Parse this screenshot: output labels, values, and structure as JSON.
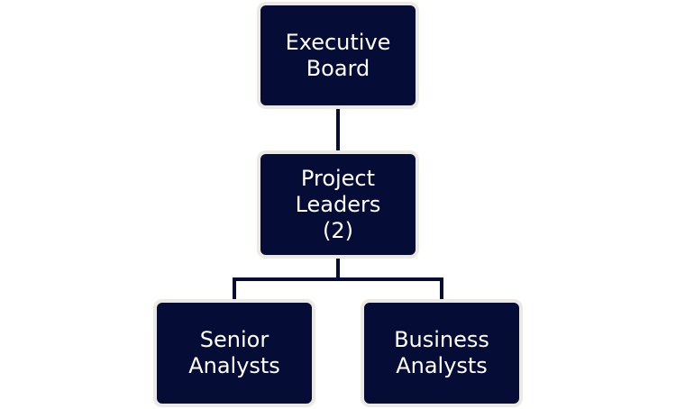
{
  "diagram": {
    "colors": {
      "node_fill": "#050c36",
      "node_border": "#ebe9e1",
      "connector": "#050c36",
      "text": "#ffffff"
    },
    "nodes": {
      "executive_board": "Executive\nBoard",
      "project_leaders": "Project\nLeaders\n(2)",
      "senior_analysts": "Senior\nAnalysts",
      "business_analysts": "Business\nAnalysts"
    }
  }
}
